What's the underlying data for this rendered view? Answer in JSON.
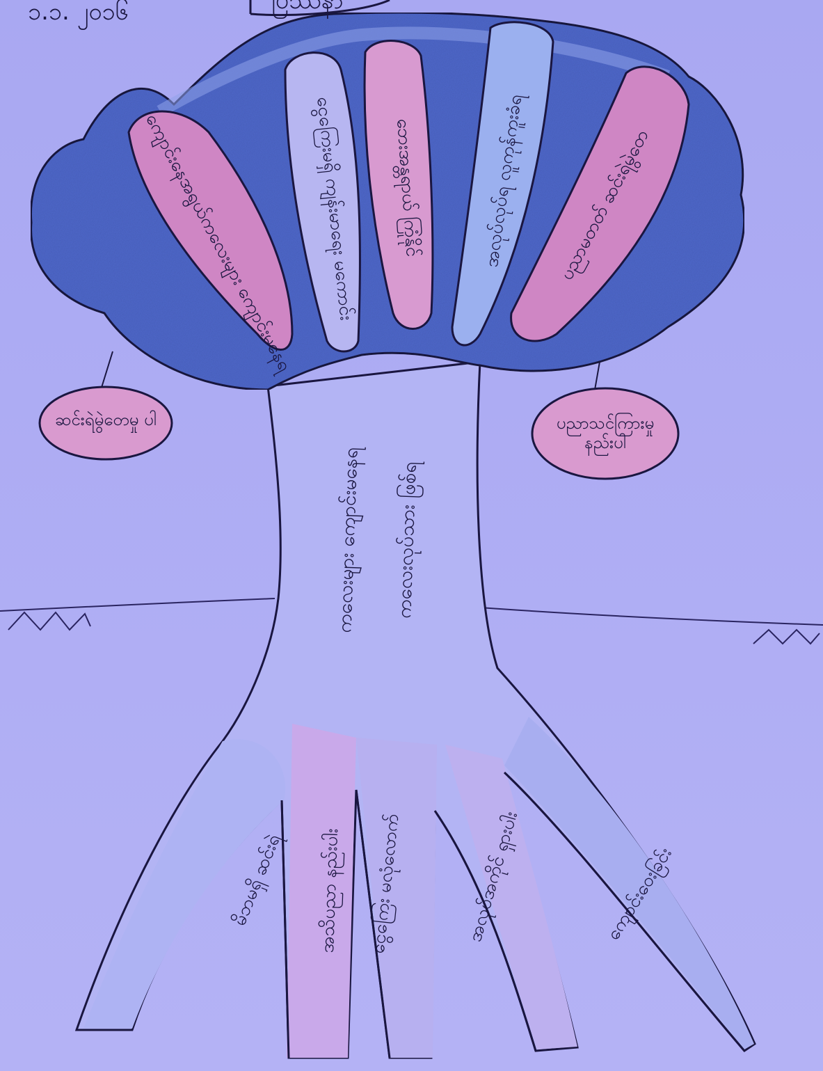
{
  "header": {
    "date": "၁.၁. ၂၀၁၆",
    "title": "ပြဿနာ"
  },
  "crown_leaves": [
    "ကျောင်းနေအရွယ်ကလေးများ ကျောင်းမနေရ",
    "ငွေကြေးမရှိ ကျန်းမာရေး မကောင်း",
    "ဘေးအန္တရာယ် ကြုံနိုင်",
    "အလုပ်လုပ်ရ လူကုန်ကူးခံရ",
    "ပညာမတတ် ဆင်းရဲမွဲတေ"
  ],
  "fruits": {
    "left": "ဆင်းရဲမွဲတေမှု ပါ",
    "right": "ပညာသင်ကြားမှု နည်းပါ"
  },
  "trunk": {
    "line1": "ကလေးများ ကျောင်းမနေရ",
    "line2": "ကလေးလုပ်သား ဖြစ်ရ"
  },
  "roots": [
    "မိဘမရှိ ဆင်းရဲ",
    "အသိပညာ နည်းပါး",
    "ငွေကြေး မလုံလောက်",
    "အလုပ်အကိုင် ရှားပါး",
    "ကျောင်းဝေးခြင်း"
  ],
  "colors": {
    "background": "#aaa9f3",
    "crown": "#4e67c9",
    "leaf_pink": "#cf86c4",
    "leaf_blue": "#8fa3ea",
    "ink": "#1a1640"
  }
}
